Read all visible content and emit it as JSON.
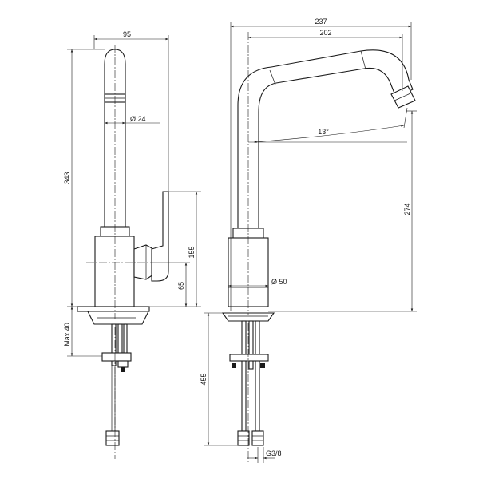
{
  "drawing": {
    "views": [
      "side-view",
      "front-view"
    ],
    "left_view_dimensions": {
      "spout_offset": "95",
      "spout_diameter": "Ø 24",
      "total_height": "343",
      "lever_height": "155",
      "body_height": "65",
      "max_counter": "Max.40"
    },
    "right_view_dimensions": {
      "total_reach": "237",
      "spout_reach": "202",
      "spout_angle": "13°",
      "spout_height": "274",
      "body_diameter": "Ø 50",
      "hose_length": "455",
      "connection": "G3/8"
    }
  }
}
